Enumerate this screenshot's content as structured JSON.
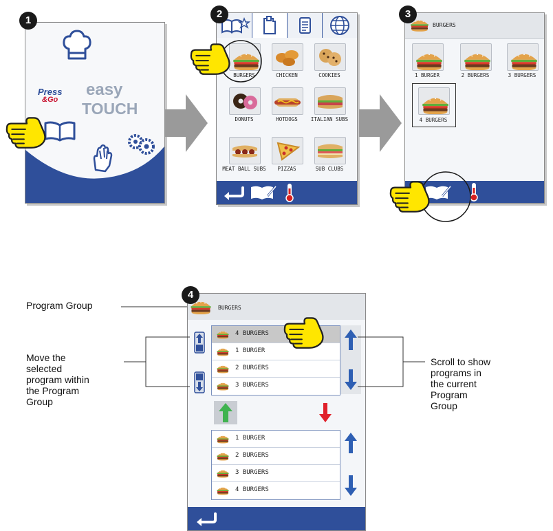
{
  "steps": [
    "1",
    "2",
    "3",
    "4"
  ],
  "screen1": {
    "logo_press": "Press",
    "logo_go": "&Go",
    "logo_easy": "easy",
    "logo_touch": "TOUCH",
    "icons": [
      "chef-hat-icon",
      "book-icon",
      "hand-glove-icon",
      "gears-icon"
    ]
  },
  "screen2": {
    "tabs": [
      "book-star-icon",
      "clipboard-icon",
      "notes-icon",
      "globe-icon"
    ],
    "items": [
      "BURGERS",
      "CHICKEN",
      "COOKIES",
      "DONUTS",
      "HOTDOGS",
      "ITALIAN SUBS",
      "MEAT BALL SUBS",
      "PIZZAS",
      "SUB CLUBS"
    ]
  },
  "screen3": {
    "group_title": "BURGERS",
    "items": [
      "1 BURGER",
      "2 BURGERS",
      "3 BURGERS",
      "4 BURGERS"
    ]
  },
  "screen4": {
    "group_title": "BURGERS",
    "top_list": [
      "4 BURGERS",
      "1 BURGER",
      "2 BURGERS",
      "3 BURGERS"
    ],
    "bottom_list": [
      "1 BURGER",
      "2 BURGERS",
      "3 BURGERS",
      "4 BURGERS"
    ]
  },
  "callouts": {
    "program_group": "Program Group",
    "move_line1": "Move the",
    "move_line2": "selected",
    "move_line3": "program within",
    "move_line4": "the Program",
    "move_line5": "Group",
    "scroll_line1": "Scroll to show",
    "scroll_line2": "programs in",
    "scroll_line3": "the current",
    "scroll_line4": "Program",
    "scroll_line5": "Group"
  },
  "colors": {
    "bar_blue": "#2f4f9a",
    "hand_yellow": "#ffe600",
    "arrow_grey": "#9a9a9a",
    "press_red": "#c8102e",
    "touch_grey": "#9aa6b8",
    "up_green": "#3fb34f",
    "down_red": "#e0202a",
    "scroll_blue": "#2e5fb3"
  }
}
